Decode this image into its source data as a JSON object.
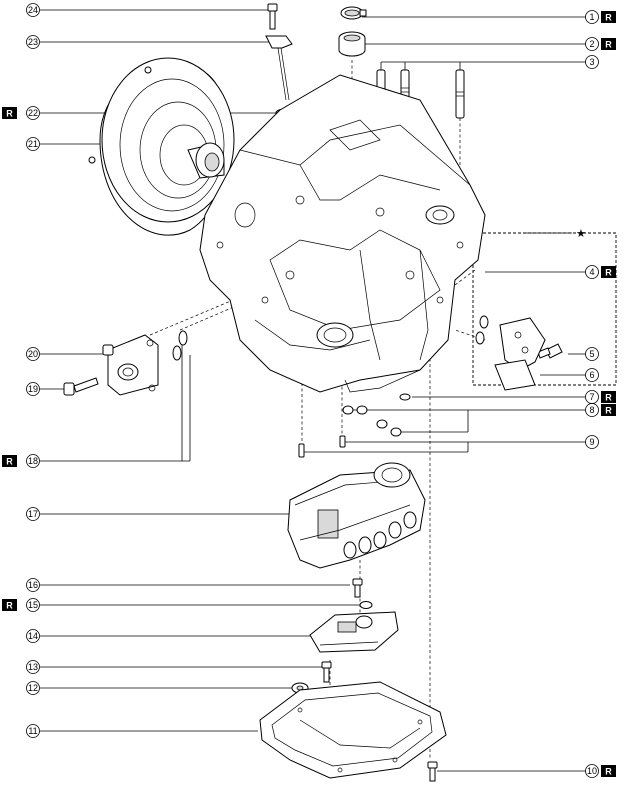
{
  "callouts": [
    {
      "num": "1",
      "reuse": true
    },
    {
      "num": "2",
      "reuse": true
    },
    {
      "num": "3",
      "reuse": false
    },
    {
      "num": "4",
      "reuse": true
    },
    {
      "num": "5",
      "reuse": false
    },
    {
      "num": "6",
      "reuse": false
    },
    {
      "num": "7",
      "reuse": true
    },
    {
      "num": "8",
      "reuse": true
    },
    {
      "num": "9",
      "reuse": false
    },
    {
      "num": "10",
      "reuse": true
    },
    {
      "num": "11",
      "reuse": false
    },
    {
      "num": "12",
      "reuse": false
    },
    {
      "num": "13",
      "reuse": false
    },
    {
      "num": "14",
      "reuse": false
    },
    {
      "num": "15",
      "reuse": true
    },
    {
      "num": "16",
      "reuse": false
    },
    {
      "num": "17",
      "reuse": false
    },
    {
      "num": "18",
      "reuse": true
    },
    {
      "num": "19",
      "reuse": false
    },
    {
      "num": "20",
      "reuse": false
    },
    {
      "num": "21",
      "reuse": false
    },
    {
      "num": "22",
      "reuse": true
    },
    {
      "num": "23",
      "reuse": false
    },
    {
      "num": "24",
      "reuse": false
    }
  ],
  "reuse_badge_label": "R",
  "detail_marker": "★"
}
